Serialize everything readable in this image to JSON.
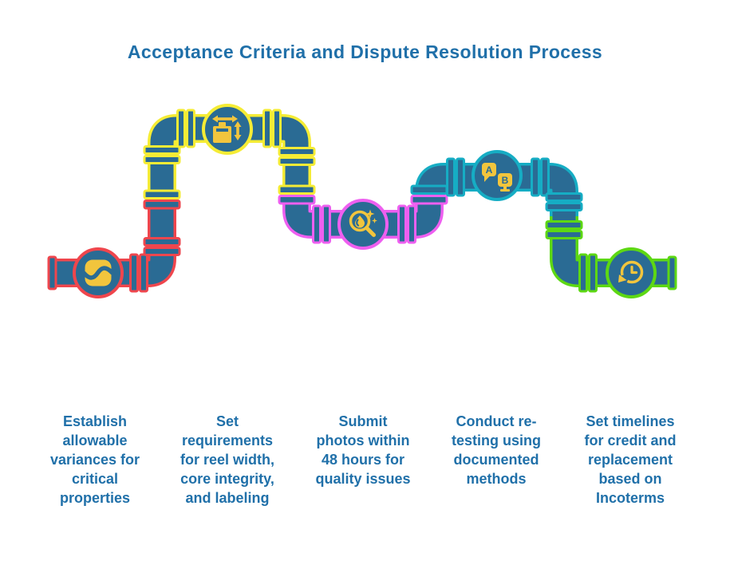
{
  "title": "Acceptance Criteria and Dispute Resolution Process",
  "colors": {
    "background": "#ffffff",
    "pipe": "#2a6b94",
    "gold": "#f2c53d",
    "text": "#2070a9",
    "step1": "#ef464d",
    "step2": "#f5ec35",
    "step3": "#ee5ff0",
    "step4": "#16adc4",
    "step5": "#5dd813"
  },
  "steps": [
    {
      "name": "establish-variances",
      "pipe_color": "#ef464d",
      "icon": "tolerance-variance-icon",
      "label_lines": [
        "Establish",
        "allowable",
        "variances for",
        "critical",
        "properties"
      ]
    },
    {
      "name": "set-reel-requirements",
      "pipe_color": "#f5ec35",
      "icon": "package-dimensions-icon",
      "label_lines": [
        "Set",
        "requirements",
        "for reel width,",
        "core integrity,",
        "and labeling"
      ]
    },
    {
      "name": "submit-photos",
      "pipe_color": "#ee5ff0",
      "icon": "quality-inspection-icon",
      "label_lines": [
        "Submit",
        "photos within",
        "48 hours for",
        "quality issues"
      ]
    },
    {
      "name": "conduct-retesting",
      "pipe_color": "#16adc4",
      "icon": "ab-comparison-icon",
      "label_lines": [
        "Conduct re-",
        "testing using",
        "documented",
        "methods"
      ]
    },
    {
      "name": "set-timelines",
      "pipe_color": "#5dd813",
      "icon": "history-clock-icon",
      "label_lines": [
        "Set timelines",
        "for credit and",
        "replacement",
        "based on",
        "Incoterms"
      ]
    }
  ]
}
